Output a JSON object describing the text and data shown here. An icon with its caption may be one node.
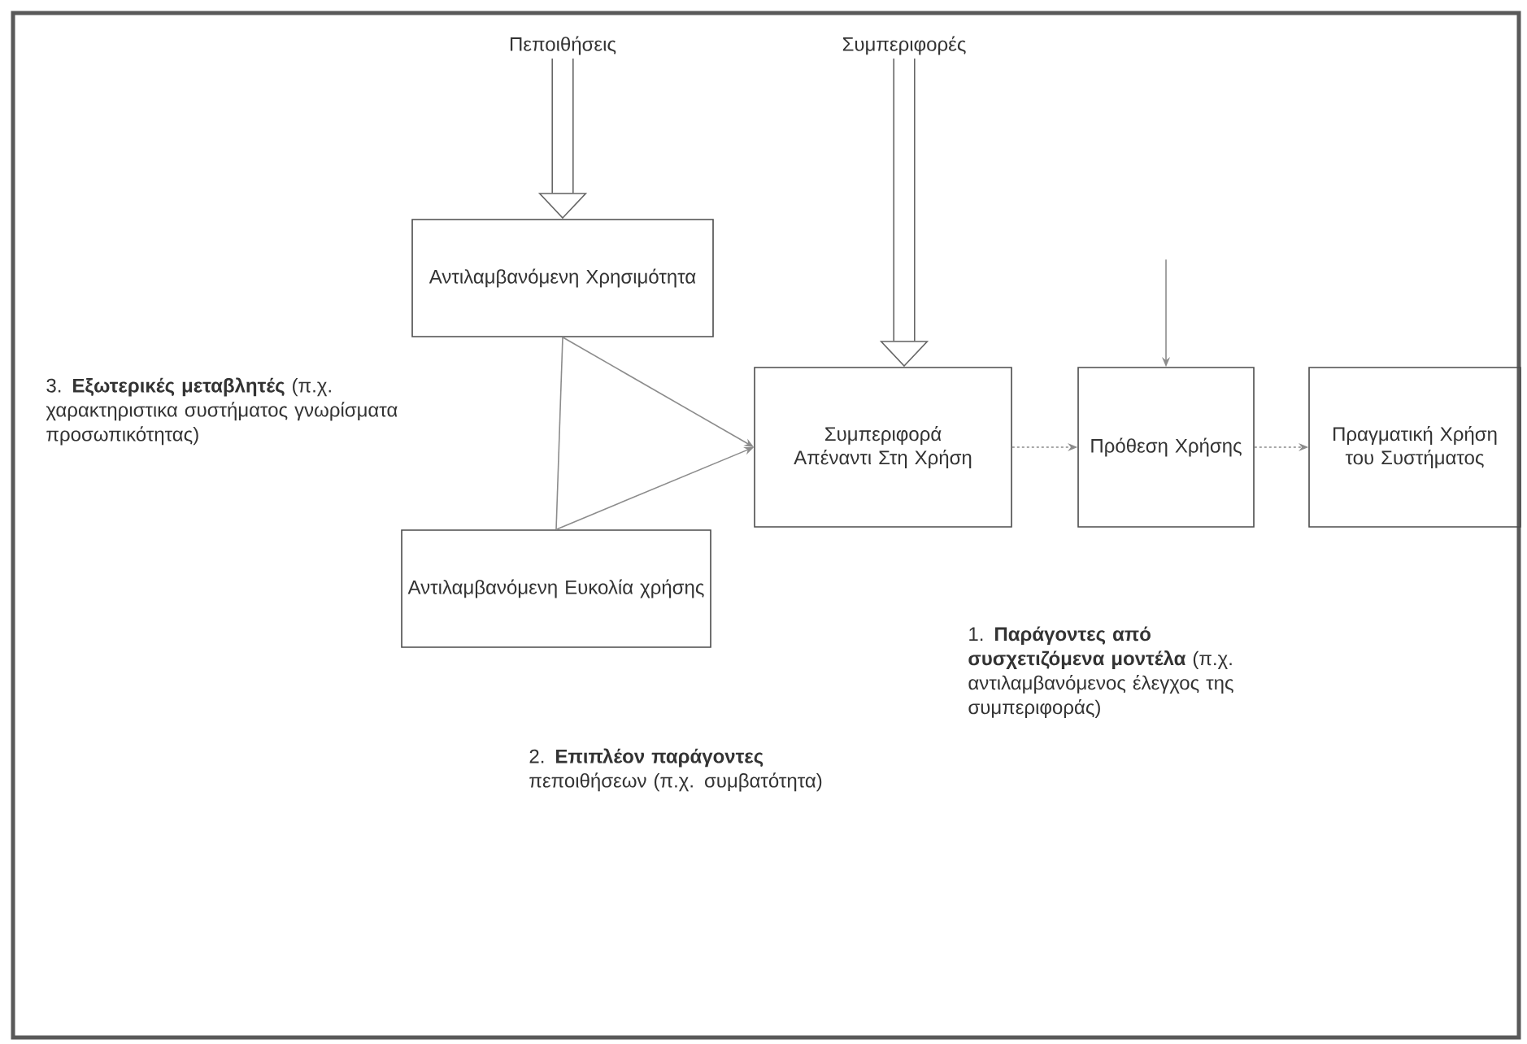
{
  "diagram": {
    "nodes": [
      {
        "text": [
          "Πεποιθήσεις"
        ]
      },
      {
        "text": [
          "Συμπεριφορές"
        ]
      },
      {
        "text": [
          "Αντιλαμβανόμενη Χρησιμότητα"
        ]
      },
      {
        "text": [
          "Αντιλαμβανόμενη Ευκολία χρήσης"
        ]
      },
      {
        "text": [
          "Συμπεριφορά Απέναντι Στη Χρήση"
        ]
      },
      {
        "text": [
          "Πρόθεση Χρήσης"
        ]
      },
      {
        "text": [
          "Πραγματική Χρήση του Συστήματος"
        ]
      }
    ],
    "edges": [
      {
        "from": 0,
        "to": 2,
        "arrow": "to",
        "style": "thick"
      },
      {
        "from": 1,
        "to": 4,
        "arrow": "to",
        "style": "thick"
      },
      {
        "from": 2,
        "to": 3,
        "arrow": "none"
      },
      {
        "from": 2,
        "to": 4,
        "arrow": "to"
      },
      {
        "from": 3,
        "to": 4,
        "arrow": "to"
      },
      {
        "from": 4,
        "to": 5,
        "arrow": "to",
        "style": "dashed"
      },
      {
        "from": 5,
        "to": 6,
        "arrow": "to",
        "style": "dashed"
      },
      {
        "from": null,
        "to": 5,
        "arrow": "to"
      }
    ],
    "labels": [
      "3. **Εξωτερικές μεταβλητές** (π.χ. χαρακτηριστικα συστήματος γνωρίσματα προσωπικότητας)",
      "1. **Παράγοντες από συσχετιζόμενα μοντέλα** (π.χ. αντιλαμβανόμενος έλεγχος της συμπεριφοράς)",
      "2. **Επιπλέον παράγοντες** πεποιθήσεων (π.χ. συμβατότητα)"
    ]
  }
}
